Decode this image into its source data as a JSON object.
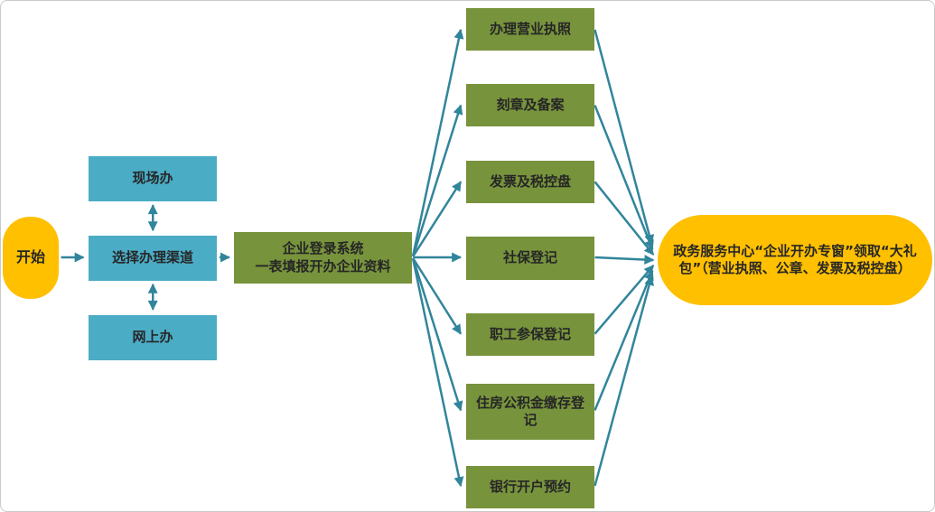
{
  "diagram": {
    "start": {
      "label": "开始"
    },
    "channels": {
      "onsite": {
        "label": "现场办"
      },
      "choose": {
        "label": "选择办理渠道"
      },
      "online": {
        "label": "网上办"
      }
    },
    "system": {
      "line1": "企业登录系统",
      "line2": "一表填报开办企业资料"
    },
    "tasks": [
      {
        "label": "办理营业执照"
      },
      {
        "label": "刻章及备案"
      },
      {
        "label": "发票及税控盘"
      },
      {
        "label": "社保登记"
      },
      {
        "label": "职工参保登记"
      },
      {
        "label": "住房公积金缴存登记"
      },
      {
        "label": "银行开户预约"
      }
    ],
    "result": {
      "label": "政务服务中心“企业开办专窗”领取“大礼包”（营业执照、公章、发票及税控盘）"
    },
    "colors": {
      "start_fill": "#FFC000",
      "channel_fill": "#4BACC6",
      "task_fill": "#77933C",
      "result_fill": "#FFC000",
      "arrow": "#31859B",
      "text": "#262626"
    }
  }
}
